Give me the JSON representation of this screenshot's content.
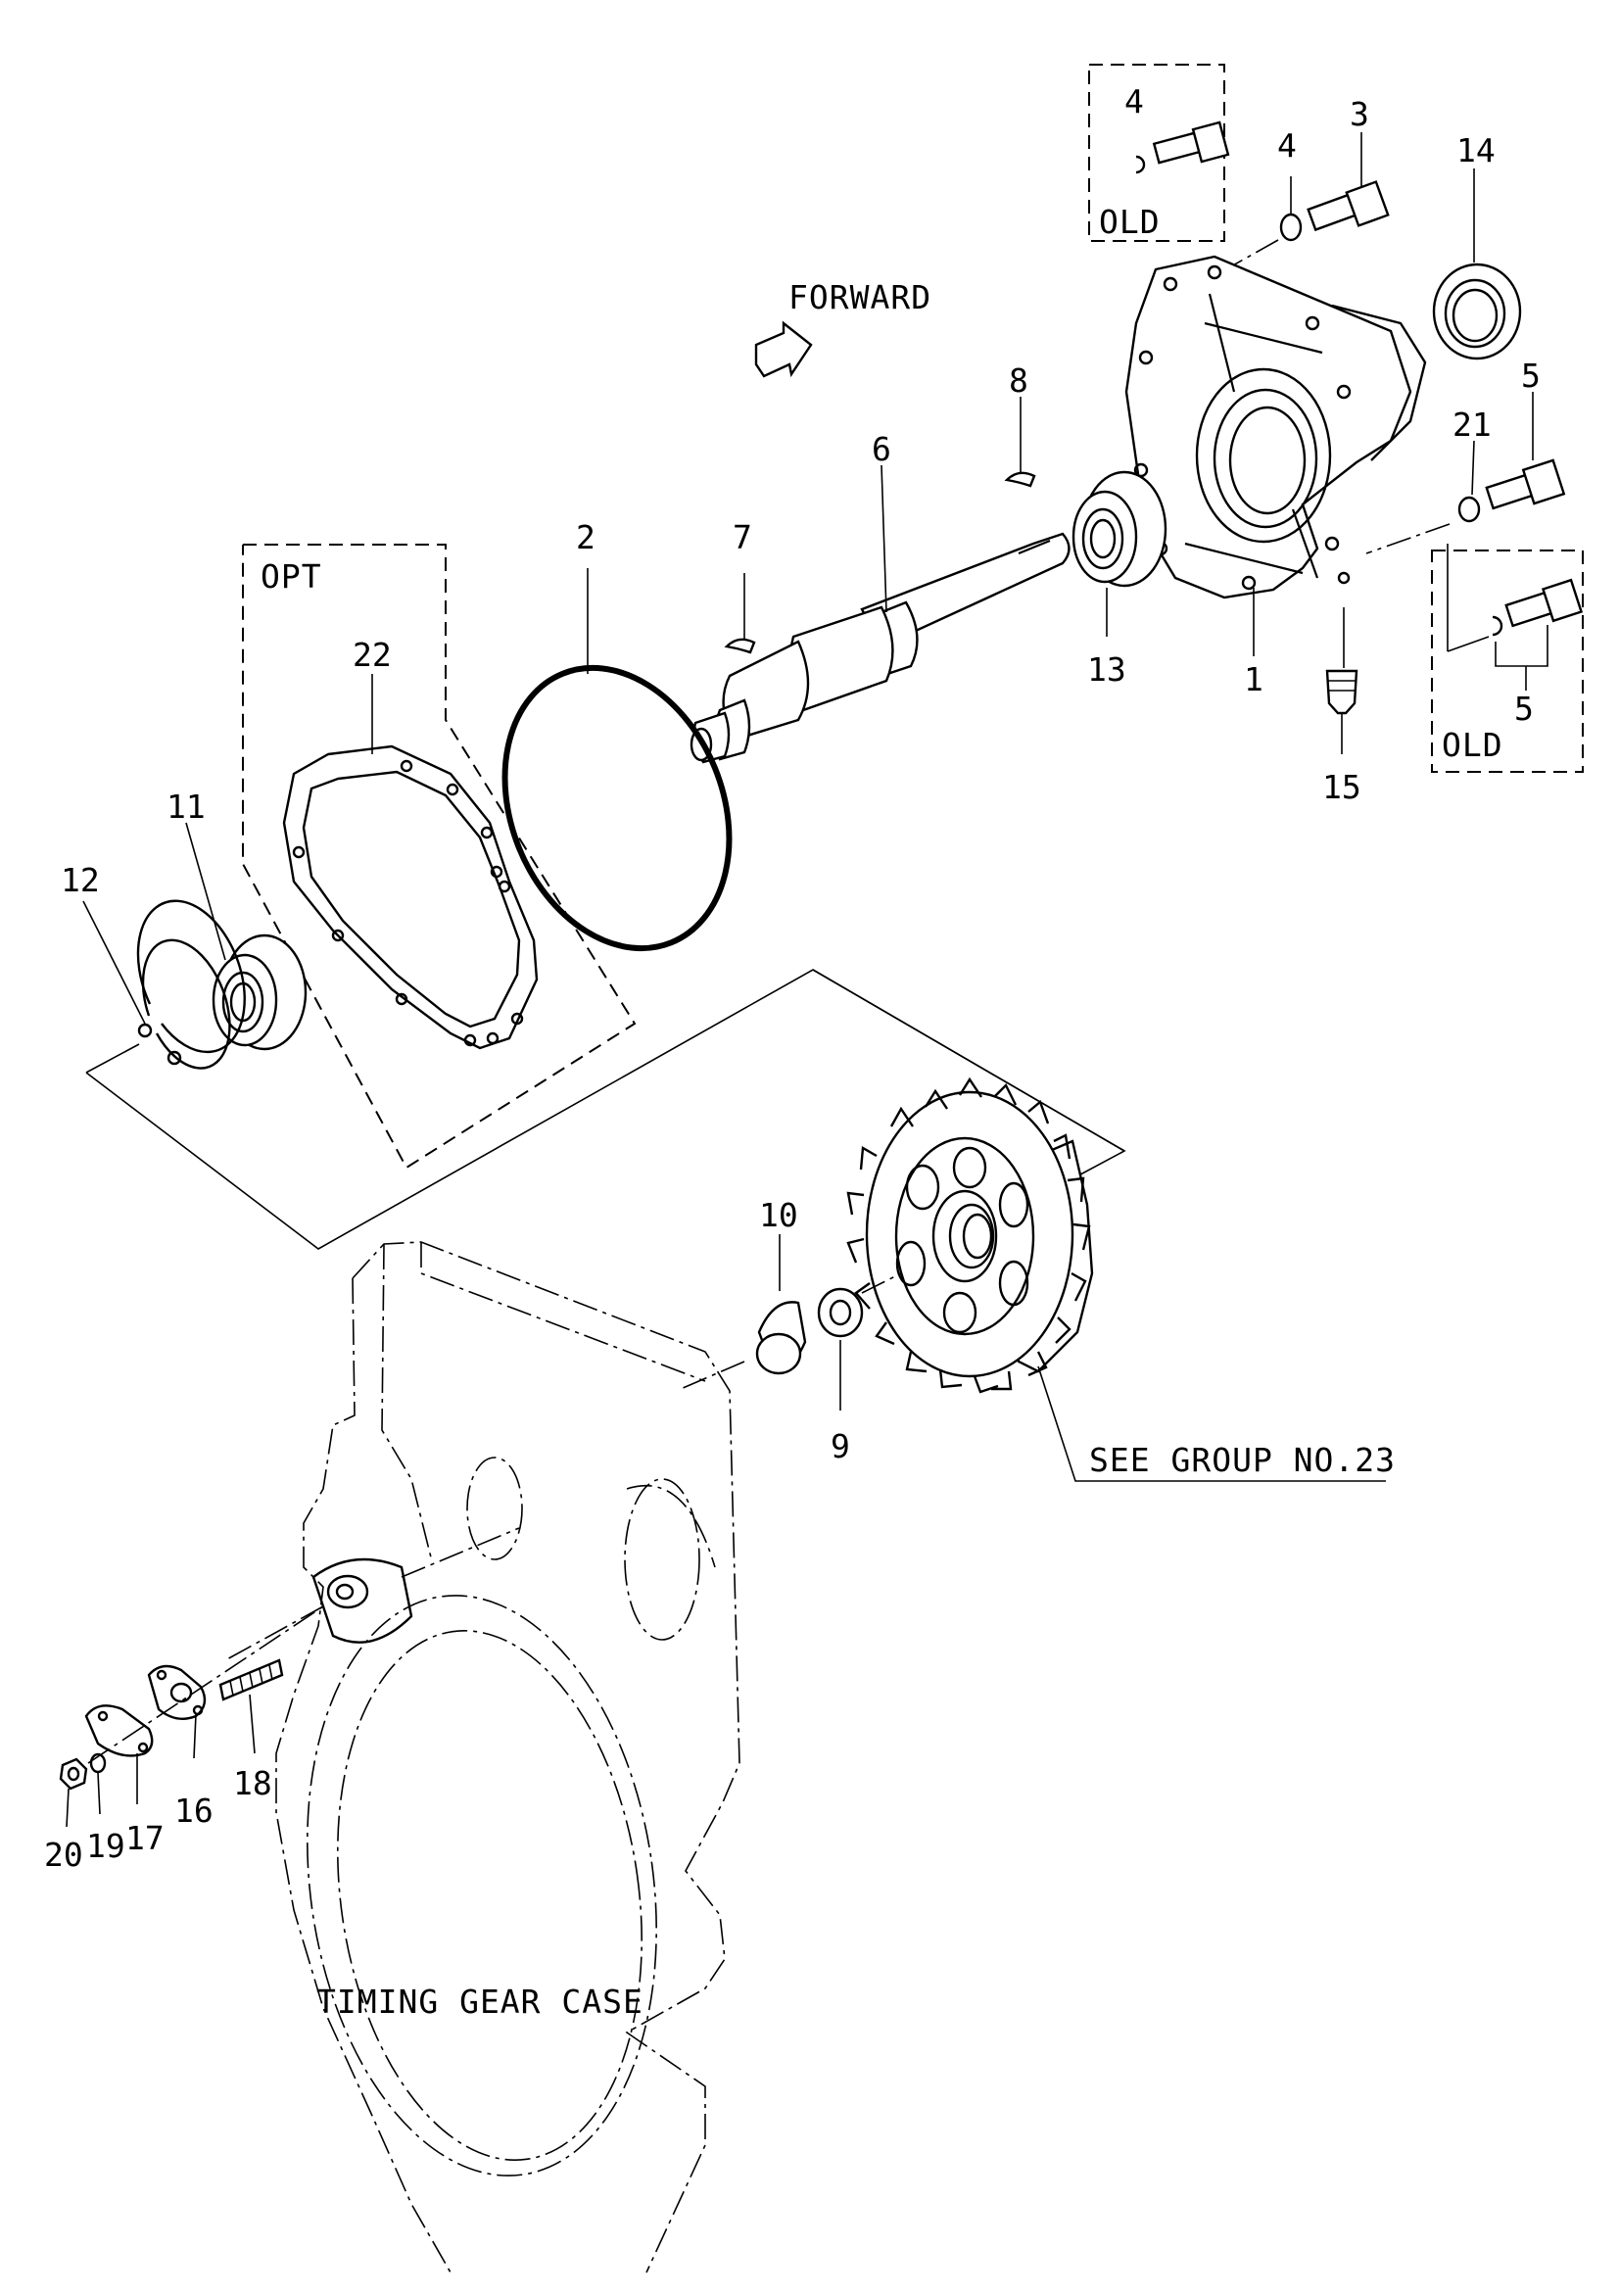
{
  "labels": {
    "p1": "1",
    "p2": "2",
    "p3": "3",
    "p4a": "4",
    "p4b": "4",
    "p5a": "5",
    "p5b": "5",
    "p6": "6",
    "p7": "7",
    "p8": "8",
    "p9": "9",
    "p10": "10",
    "p11": "11",
    "p12": "12",
    "p13": "13",
    "p14": "14",
    "p15": "15",
    "p16": "16",
    "p17": "17",
    "p18": "18",
    "p19": "19",
    "p20": "20",
    "p21": "21",
    "p22": "22"
  },
  "notes": {
    "forward": "FORWARD",
    "opt": "OPT",
    "old_top": "OLD",
    "old_right": "OLD",
    "see_group": "SEE GROUP NO.23",
    "timing_case": "TIMING GEAR CASE"
  }
}
